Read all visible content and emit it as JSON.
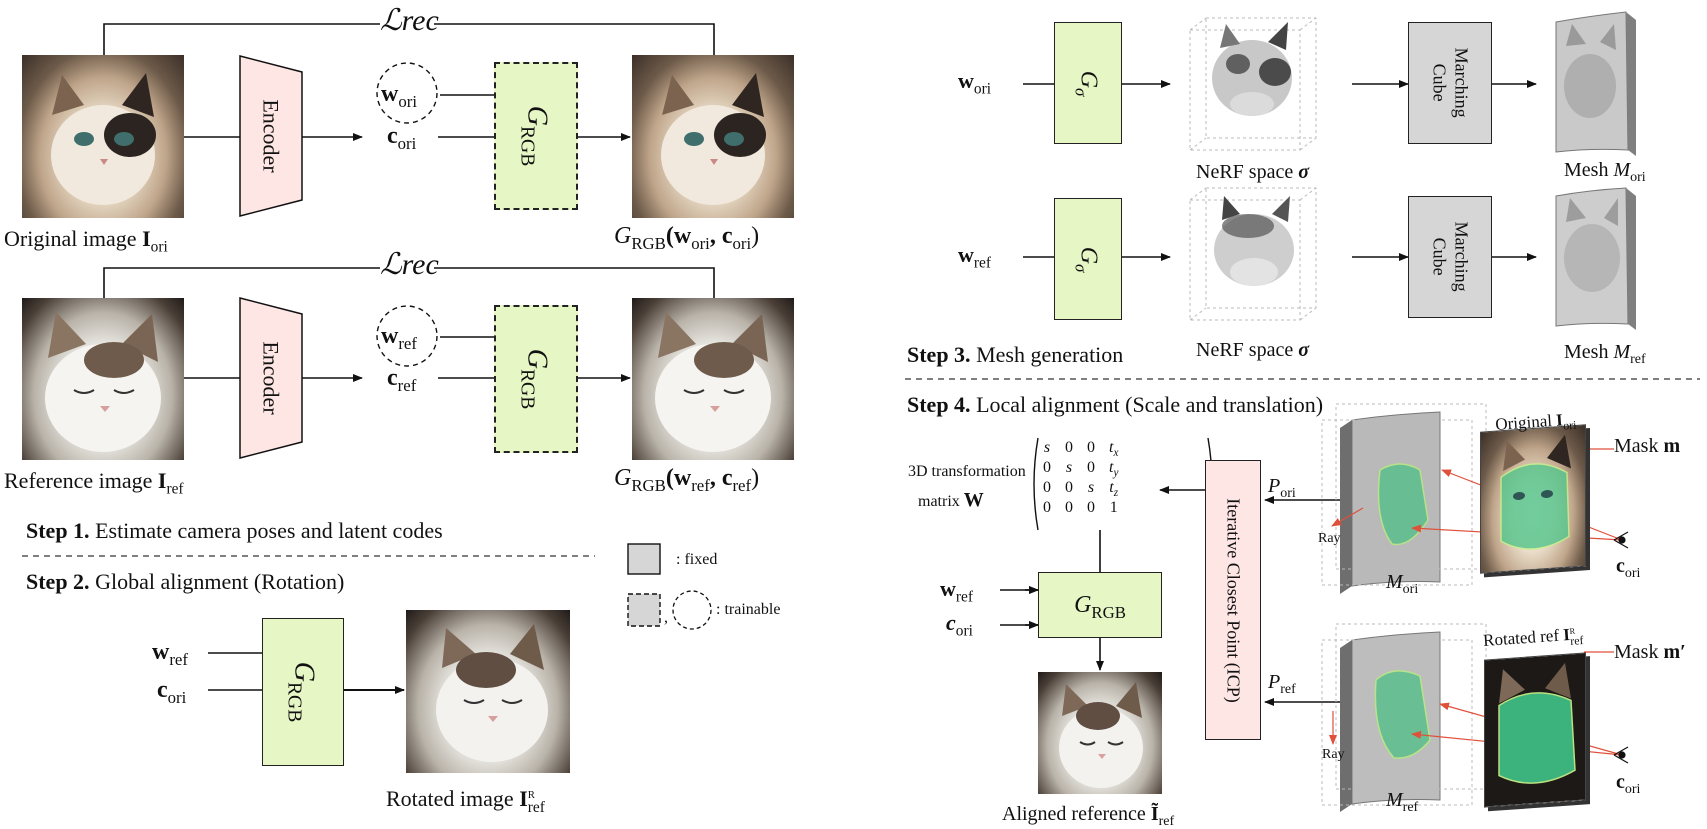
{
  "step1": {
    "loss_top": "ℒrec",
    "loss_bottom": "ℒrec",
    "encoder_label": "Encoder",
    "w_ori": "w",
    "w_ori_sub": "ori",
    "c_ori": "c",
    "c_ori_sub": "ori",
    "w_ref": "w",
    "w_ref_sub": "ref",
    "c_ref": "c",
    "c_ref_sub": "ref",
    "g_rgb": "G",
    "g_rgb_sub": "RGB",
    "caption_ori_text": "Original image ",
    "caption_ori_sym": "I",
    "caption_ori_sub": "ori",
    "caption_ref_text": "Reference image ",
    "caption_ref_sym": "I",
    "caption_ref_sub": "ref",
    "out_ori": "G",
    "out_ori_sub": "RGB",
    "out_ori_args_a": "(w",
    "out_ori_args_a_sub": "ori",
    "out_ori_args_b": ", c",
    "out_ori_args_b_sub": "ori",
    "out_ori_close": ")",
    "out_ref": "G",
    "out_ref_sub": "RGB",
    "out_ref_args_a": "(w",
    "out_ref_args_a_sub": "ref",
    "out_ref_args_b": ", c",
    "out_ref_args_b_sub": "ref",
    "out_ref_close": ")",
    "title_bold": "Step 1.",
    "title_rest": " Estimate camera poses and latent codes"
  },
  "step2": {
    "title_bold": "Step 2.",
    "title_rest": " Global alignment (Rotation)",
    "w_ref": "w",
    "w_ref_sub": "ref",
    "c_ori": "c",
    "c_ori_sub": "ori",
    "g_rgb": "G",
    "g_rgb_sub": "RGB",
    "caption_text": "Rotated image ",
    "caption_sym": "I",
    "caption_sub": "ref",
    "caption_sup": "R"
  },
  "legend": {
    "fixed": ": fixed",
    "trainable": ": trainable",
    "comma": ","
  },
  "step3": {
    "title_bold": "Step 3.",
    "title_rest": " Mesh generation",
    "w_ori": "w",
    "w_ori_sub": "ori",
    "w_ref": "w",
    "w_ref_sub": "ref",
    "g_sigma": "G",
    "g_sigma_sub": "σ",
    "marching_cube": "Marching Cube",
    "nerf_label": "NeRF space ",
    "nerf_sym": "σ",
    "mesh_label": "Mesh ",
    "mesh_sym": "M",
    "mesh_ori_sub": "ori",
    "mesh_ref_sub": "ref"
  },
  "step4": {
    "title_bold": "Step 4.",
    "title_rest": " Local alignment (Scale and translation)",
    "matrix_label_line1": "3D transformation",
    "matrix_label_line2": "matrix ",
    "matrix_sym": "W",
    "matrix_rows": [
      [
        "s",
        "0",
        "0",
        "t_x"
      ],
      [
        "0",
        "s",
        "0",
        "t_y"
      ],
      [
        "0",
        "0",
        "s",
        "t_z"
      ],
      [
        "0",
        "0",
        "0",
        "1"
      ]
    ],
    "icp": "Iterative Closest Point (ICP)",
    "p_ori": "P",
    "p_ori_sub": "ori",
    "p_ref": "P",
    "p_ref_sub": "ref",
    "w_ref": "w",
    "w_ref_sub": "ref",
    "c_ori": "c",
    "c_ori_sub": "ori",
    "g_rgb": "G",
    "g_rgb_sub": "RGB",
    "aligned_text": "Aligned reference ",
    "aligned_sym": "Ĩ",
    "aligned_sub": "ref",
    "ray_top": "Ray",
    "ray_bottom": "Ray",
    "m_ori_label": "M",
    "m_ori_sub": "ori",
    "m_ref_label": "M",
    "m_ref_sub": "ref",
    "original_label": "Original ",
    "original_sym": "I",
    "original_sub": "ori",
    "rotated_label": "Rotated ref ",
    "rotated_sym": "I",
    "rotated_sub": "ref",
    "rotated_sup": "R",
    "mask_label": "Mask ",
    "mask_sym": "m",
    "mask2_label": "Mask ",
    "mask2_sym": "m′",
    "c_eye_top": "c",
    "c_eye_top_sub": "ori",
    "c_eye_bottom": "c",
    "c_eye_bottom_sub": "ori"
  }
}
